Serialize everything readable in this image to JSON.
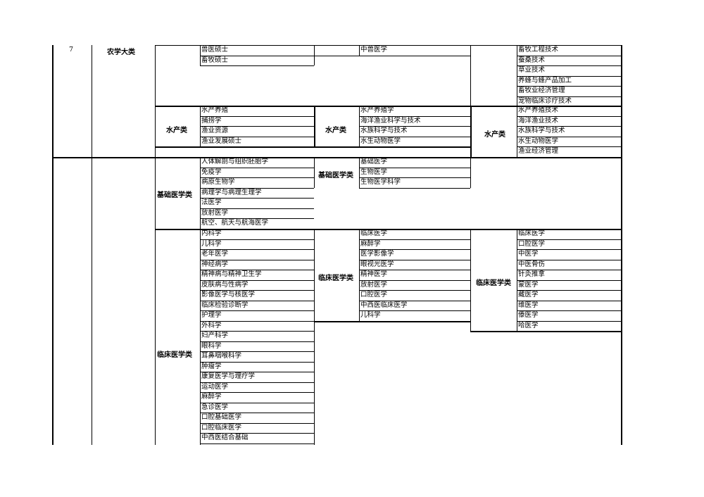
{
  "row_number": "7",
  "agri_category": "农学大类",
  "agri": {
    "colB_top": [
      "兽医硕士",
      "畜牧硕士"
    ],
    "colD_top": [
      "中兽医学"
    ],
    "colF_top": [
      "畜牧工程技术",
      "蚕桑技术",
      "草业技术",
      "养蜂与蜂产品加工",
      "畜牧业经济管理",
      "宠物临床诊疗技术"
    ],
    "aqua_label": "水产类",
    "colB_aqua": [
      "水产养殖",
      "捕捞学",
      "渔业资源",
      "渔业发展硕士"
    ],
    "colD_aqua": [
      "水产养殖学",
      "海洋渔业科学与技术",
      "水族科学与技术",
      "水生动物医学"
    ],
    "colF_aqua": [
      "水产养殖技术",
      "海洋渔业技术",
      "水族科学与技术",
      "水生动物医学",
      "渔业经济管理"
    ]
  },
  "basic": {
    "label": "基础医学类",
    "colB": [
      "人体解剖与组织胚胎学",
      "免疫学",
      "病原生物学",
      "病理学与病理生理学",
      "法医学",
      "放射医学",
      "航空、航天与航海医学"
    ],
    "colD": [
      "基础医学",
      "生物医学",
      "生物医学科学"
    ]
  },
  "clinical": {
    "label": "临床医学类",
    "colB": [
      "内科学",
      "儿科学",
      "老年医学",
      "神经病学",
      "精神病与精神卫生学",
      "皮肤病与性病学",
      "影像医学与核医学",
      "临床检验诊断学",
      "护理学",
      "外科学",
      "妇产科学",
      "眼科学",
      "耳鼻咽喉科学",
      "肿瘤学",
      "康复医学与理疗学",
      "运动医学",
      "麻醉学",
      "急诊医学",
      "口腔基础医学",
      "口腔临床医学",
      "中西医结合基础"
    ],
    "colD": [
      "临床医学",
      "麻醉学",
      "医学影像学",
      "眼视光医学",
      "精神医学",
      "放射医学",
      "口腔医学",
      "中西医临床医学",
      "儿科学"
    ],
    "colF": [
      "临床医学",
      "口腔医学",
      "中医学",
      "中医骨伤",
      "针灸推拿",
      "蒙医学",
      "藏医学",
      "维医学",
      "傣医学",
      "哈医学"
    ]
  }
}
